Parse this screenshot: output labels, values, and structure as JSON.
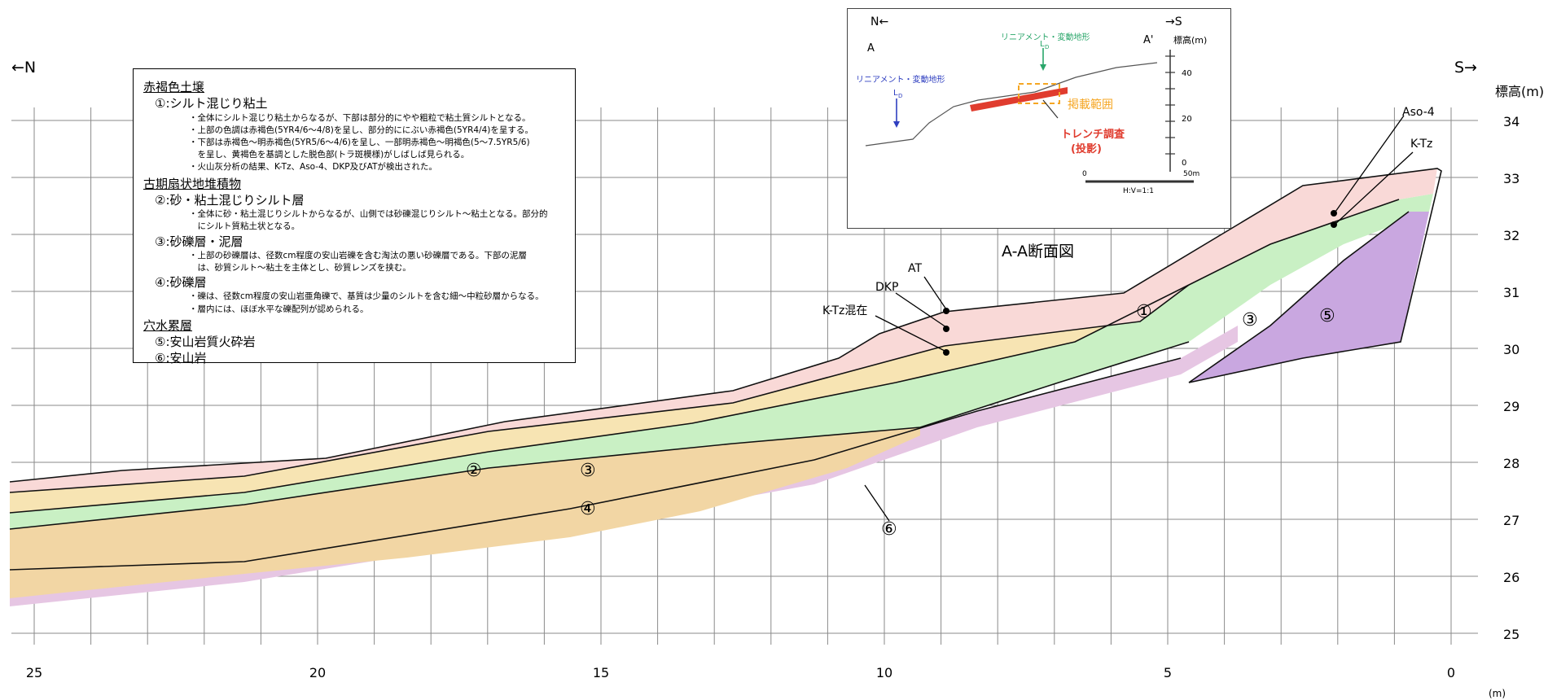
{
  "directions": {
    "north": "←N",
    "south": "S→"
  },
  "y_axis": {
    "label": "標高(m)",
    "ticks": [
      "34",
      "33",
      "32",
      "31",
      "30",
      "29",
      "28",
      "27",
      "26",
      "25"
    ]
  },
  "x_axis": {
    "unit": "(m)",
    "ticks": [
      "25",
      "20",
      "15",
      "10",
      "5",
      "0"
    ]
  },
  "legend": {
    "groups": [
      {
        "title": "赤褐色土壌",
        "units": [
          {
            "label": "①:シルト混じり粘土",
            "desc": "・全体にシルト混じり粘土からなるが、下部は部分的にやや粗粒で粘土質シルトとなる。\n・上部の色調は赤褐色(5YR4/6～4/8)を呈し、部分的ににぶい赤褐色(5YR4/4)を呈する。\n・下部は赤褐色～明赤褐色(5YR5/6～4/6)を呈し、一部明赤褐色～明褐色(5～7.5YR5/6)\n　を呈し、黄褐色を基調とした脱色部(トラ斑模様)がしばしば見られる。\n・火山灰分析の結果、K-Tz、Aso-4、DKP及びATが検出された。"
          }
        ]
      },
      {
        "title": "古期扇状地堆積物",
        "units": [
          {
            "label": "②:砂・粘土混じりシルト層",
            "desc": "・全体に砂・粘土混じりシルトからなるが、山側では砂礫混じりシルト～粘土となる。部分的\n　にシルト質粘土状となる。"
          },
          {
            "label": "③:砂礫層・泥層",
            "desc": "・上部の砂礫層は、径数cm程度の安山岩礫を含む淘汰の悪い砂礫層である。下部の泥層\n　は、砂質シルト～粘土を主体とし、砂質レンズを挟む。"
          },
          {
            "label": "④:砂礫層",
            "desc": "・礫は、径数cm程度の安山岩亜角礫で、基質は少量のシルトを含む細～中粒砂層からなる。\n・層内には、ほぼ水平な礫配列が認められる。"
          }
        ]
      },
      {
        "title": "穴水累層",
        "units": [
          {
            "label": "⑤:安山岩質火砕岩",
            "desc": ""
          },
          {
            "label": "⑥:安山岩",
            "desc": ""
          }
        ]
      }
    ]
  },
  "inset": {
    "title": "A-A断面図",
    "north": "N←",
    "south": "→S",
    "point_a": "A",
    "point_a2": "A'",
    "elev_label": "標高(m)",
    "elev_ticks": [
      "40",
      "20",
      "0"
    ],
    "lineament_left": "リニアメント・変動地形",
    "lineament_right": "リニアメント・変動地形",
    "lo": "L",
    "lo_sub": "D",
    "range_label": "掲載範囲",
    "trench_label": "トレンチ調査",
    "trench_sub": "(投影)",
    "scale_0": "0",
    "scale_50": "50m",
    "ratio": "H:V=1:1"
  },
  "unit_labels": [
    "①",
    "②",
    "③",
    "④",
    "⑤",
    "⑥",
    "③"
  ],
  "tephra_labels": {
    "at": "AT",
    "dkp": "DKP",
    "ktz_mix": "K-Tz混在",
    "aso4": "Aso-4",
    "ktz": "K-Tz"
  },
  "colors": {
    "unit1": "#f9d9d7",
    "unit2": "#f7e4b3",
    "unit3": "#c9f0c4",
    "unit4": "#f2d6a4",
    "unit5": "#c9a7e0",
    "unit6": "#e6c6e3",
    "trench": "#e03c2e",
    "range": "#f5a623",
    "lineament_blue": "#2f3fc0",
    "lineament_green": "#2aa66a"
  }
}
